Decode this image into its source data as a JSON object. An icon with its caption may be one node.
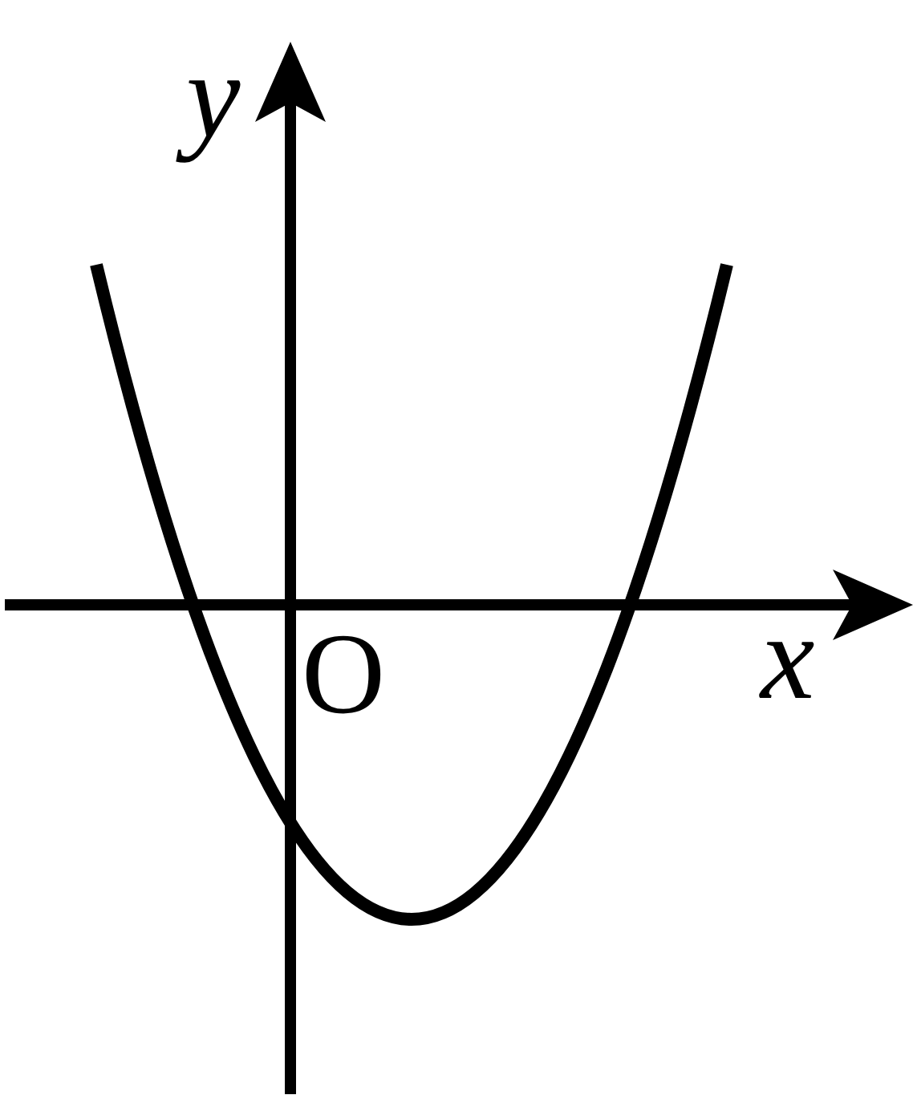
{
  "diagram": {
    "labels": [
      "y",
      "O",
      "x"
    ]
  }
}
